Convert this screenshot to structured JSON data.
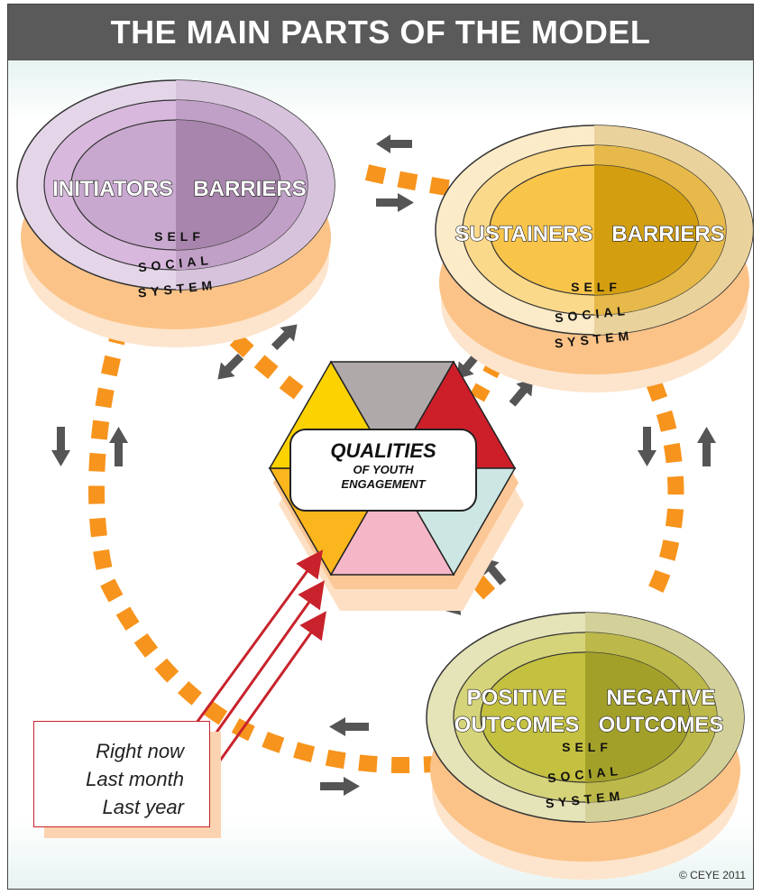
{
  "title": "THE MAIN PARTS OF THE MODEL",
  "center": {
    "title": "QUALITIES",
    "line1": "OF YOUTH",
    "line2": "ENGAGEMENT",
    "segment_colors": [
      "#b0a9a9",
      "#cc1f2a",
      "#cce6e3",
      "#f5b7c7",
      "#fab61c",
      "#fcd200"
    ]
  },
  "ovals": {
    "initiators": {
      "left_label": "INITIATORS",
      "right_label": "BARRIERS",
      "rings": [
        "SELF",
        "SOCIAL",
        "SYSTEM"
      ],
      "colors": {
        "light": "#e4d6e8",
        "mid": "#c8a8cf",
        "dark": "#a885ac"
      }
    },
    "sustainers": {
      "left_label": "SUSTAINERS",
      "right_label": "BARRIERS",
      "rings": [
        "SELF",
        "SOCIAL",
        "SYSTEM"
      ],
      "colors": {
        "light": "#fcebc8",
        "mid": "#f8c54a",
        "dark": "#d39f10"
      }
    },
    "outcomes": {
      "left_label_1": "POSITIVE",
      "left_label_2": "OUTCOMES",
      "right_label_1": "NEGATIVE",
      "right_label_2": "OUTCOMES",
      "rings": [
        "SELF",
        "SOCIAL",
        "SYSTEM"
      ],
      "colors": {
        "light": "#e5e3b8",
        "mid": "#c4c040",
        "dark": "#a3a02a"
      }
    }
  },
  "legend": {
    "items": [
      "Right now",
      "Last month",
      "Last year"
    ]
  },
  "copyright": "© CEYE 2011",
  "colors": {
    "dash": "#f7941d",
    "arrow": "#555555",
    "timeline": "#c8232c",
    "shadow": "#fcc796"
  }
}
